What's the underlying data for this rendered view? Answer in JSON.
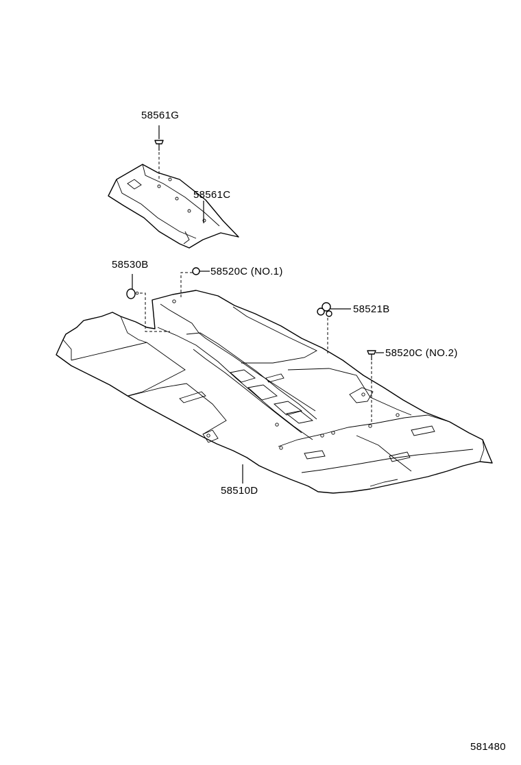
{
  "diagram": {
    "callouts": [
      {
        "id": "58561G",
        "label": "58561G"
      },
      {
        "id": "58561C",
        "label": "58561C"
      },
      {
        "id": "58530B",
        "label": "58530B"
      },
      {
        "id": "58520C-1",
        "label": "58520C (NO.1)"
      },
      {
        "id": "58521B",
        "label": "58521B"
      },
      {
        "id": "58520C-2",
        "label": "58520C (NO.2)"
      },
      {
        "id": "58510D",
        "label": "58510D"
      }
    ],
    "figure_number": "581480"
  }
}
